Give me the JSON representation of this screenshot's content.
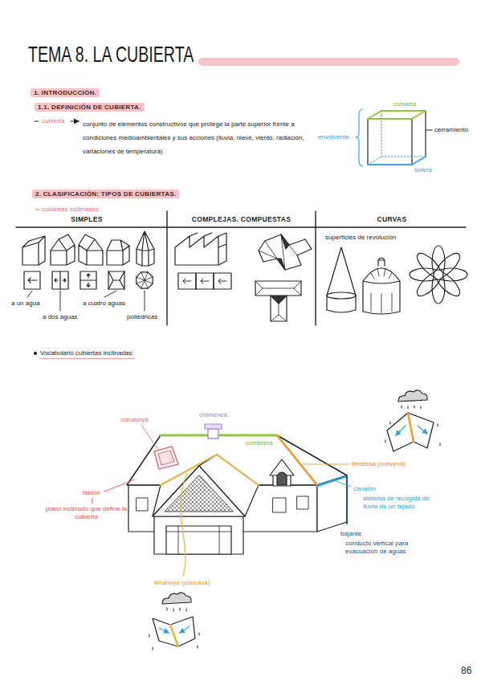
{
  "diagram": {
    "title": "TEMA 8. LA CUBIERTA",
    "nodes": [
      {
        "text": [
          "1. INTRODUCCIÓN."
        ]
      },
      {
        "text": [
          "1.1. DEFINICIÓN DE CUBIERTA."
        ]
      },
      {
        "text": [
          "2. CLASIFICACIÓN: TIPOS DE CUBIERTAS."
        ]
      }
    ],
    "labels": [
      "cubierta",
      "conjunto de elementos constructivos que protege la parte superior frente a condiciones medioambientales y sus acciones (lluvia, nieve, viento, radiación, variaciones de temperatura)",
      "cubierta",
      "envolvente",
      "cerramiento",
      "solera",
      "cubiertas inclinadas:",
      "SIMPLES",
      "COMPLEJAS. COMPUESTAS",
      "CURVAS",
      "a un agua",
      "a dos aguas",
      "a cuatro aguas",
      "poliédricas",
      "superficies de revolución",
      "Vocabulario cubiertas inclinadas:",
      "claraboya",
      "chimenea",
      "cumbrera",
      "limatesa (convexa)",
      "canalón",
      "sistema de recogida de lluvia de un tejado",
      "bajante",
      "conducto vertical para evacuación de aguas",
      "faldón",
      "plano inclinado que define la cubierta",
      "limahoya (cóncava)",
      "86"
    ]
  }
}
